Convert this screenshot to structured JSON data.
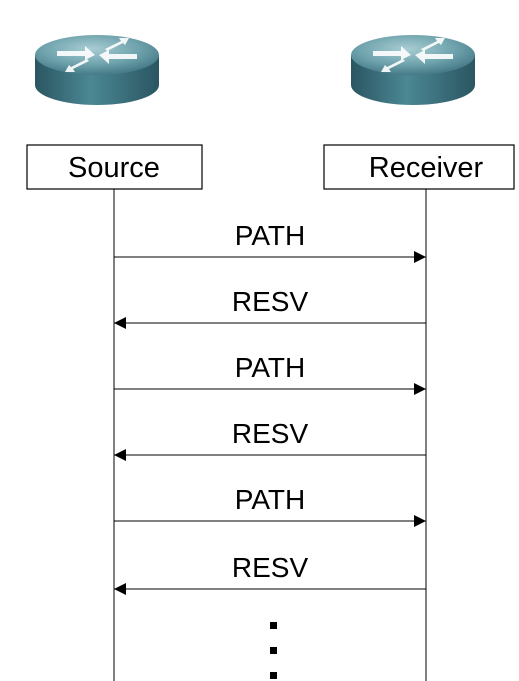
{
  "participants": [
    {
      "label": "Source",
      "icon": "router-icon"
    },
    {
      "label": "Receiver",
      "icon": "router-icon"
    }
  ],
  "messages": [
    {
      "label": "PATH",
      "direction": "source-to-receiver"
    },
    {
      "label": "RESV",
      "direction": "receiver-to-source"
    },
    {
      "label": "PATH",
      "direction": "source-to-receiver"
    },
    {
      "label": "RESV",
      "direction": "receiver-to-source"
    },
    {
      "label": "PATH",
      "direction": "source-to-receiver"
    },
    {
      "label": "RESV",
      "direction": "receiver-to-source"
    }
  ],
  "continuation": "ellipsis-vertical",
  "colors": {
    "router_top": "#5f9aa5",
    "router_side": "#3b6f7a",
    "line": "#000000"
  }
}
